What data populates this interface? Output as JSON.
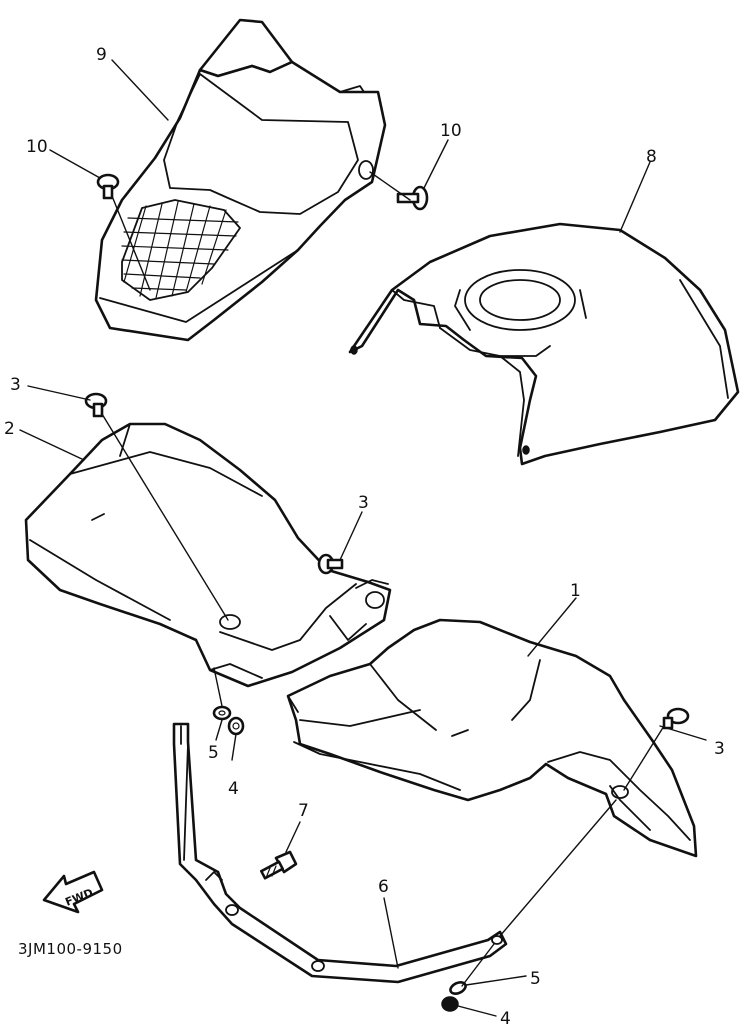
{
  "diagram": {
    "part_code": "3JM100-9150",
    "direction_label": "FWD",
    "callouts": {
      "c1": "1",
      "c2": "2",
      "c3a": "3",
      "c3b": "3",
      "c3c": "3",
      "c4a": "4",
      "c4b": "4",
      "c5a": "5",
      "c5b": "5",
      "c6": "6",
      "c7": "7",
      "c8": "8",
      "c9": "9",
      "c10a": "10",
      "c10b": "10"
    }
  }
}
